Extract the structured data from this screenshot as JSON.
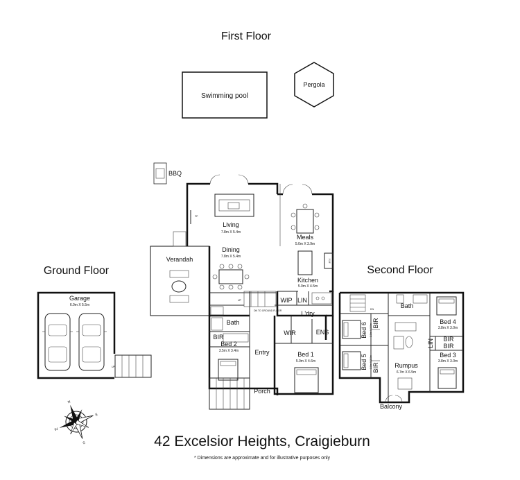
{
  "floors": {
    "first": {
      "heading": "First Floor",
      "swimming_pool": "Swimming pool",
      "pergola": "Pergola",
      "bbq": "BBQ"
    },
    "ground": {
      "heading": "Ground Floor",
      "garage": {
        "name": "Garage",
        "dims": "6.0m X 5.5m"
      },
      "up": "UP",
      "living": {
        "name": "Living",
        "dims": "7.8m X 5.4m"
      },
      "fp": "FP",
      "dining": {
        "name": "Dining",
        "dims": "7.8m X 5.4m"
      },
      "meals": {
        "name": "Meals",
        "dims": "5.0m X 3.9m"
      },
      "kitchen": {
        "name": "Kitchen",
        "dims": "5.0m X 4.5m"
      },
      "pty": "PTY",
      "verandah": "Verandah",
      "wip": "WIP",
      "lin": "LIN",
      "laundry": "L'dry",
      "bath": "Bath",
      "bir": "BIR",
      "dn_to_ground": "DN TO GROUND FLOOR",
      "bed2": {
        "name": "Bed 2",
        "dims": "3.5m X 3.4m"
      },
      "entry": "Entry",
      "wir": "WIR",
      "ens": "ENS",
      "bed1": {
        "name": "Bed 1",
        "dims": "5.0m X 4.6m"
      },
      "porch": "Porch"
    },
    "second": {
      "heading": "Second Floor",
      "dn": "DN",
      "bath": "Bath",
      "bed4": {
        "name": "Bed 4",
        "dims": "3.8m X 3.0m"
      },
      "bed6": {
        "name": "Bed 6",
        "dims": "3.0m X 3.0m"
      },
      "bir_6": "BIR",
      "lin": "LIN",
      "bir_4": "BIR",
      "bir_3": "BIR",
      "bed5": {
        "name": "Bed 5",
        "dims": "3.0m X 3.0m"
      },
      "bir_5": "BIR",
      "rumpus": {
        "name": "Rumpus",
        "dims": "6.7m X 6.5m"
      },
      "bed3": {
        "name": "Bed 3",
        "dims": "3.8m X 3.0m"
      },
      "balcony": "Balcony"
    }
  },
  "compass": {
    "n": "N",
    "s": "S",
    "e": "E",
    "w": "W"
  },
  "address": "42 Excelsior Heights, Craigieburn",
  "disclaimer": "* Dimensions are approximate and for illustrative purposes only"
}
